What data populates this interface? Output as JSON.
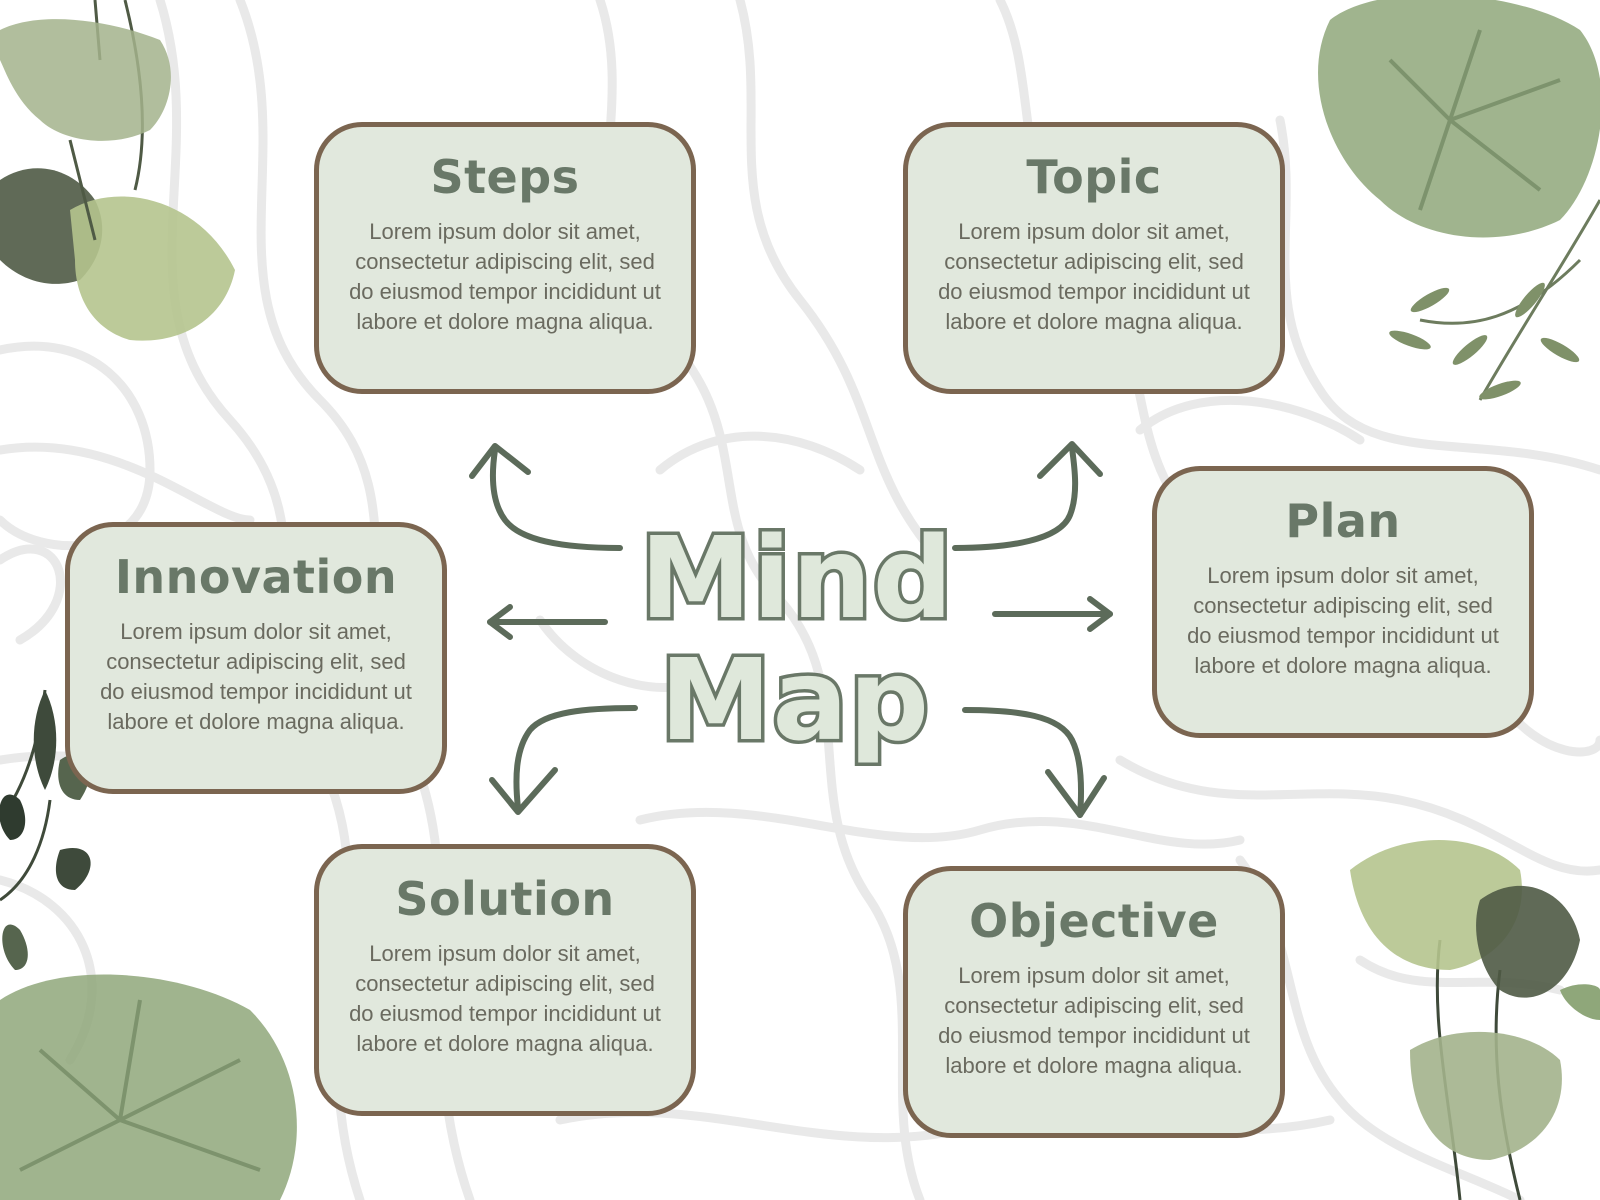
{
  "title": {
    "line1": "Mind",
    "line2": "Map"
  },
  "nodes": [
    {
      "id": "steps",
      "title": "Steps",
      "body": "Lorem ipsum dolor sit amet, consectetur adipiscing elit, sed do eiusmod tempor incididunt ut labore et dolore magna aliqua."
    },
    {
      "id": "topic",
      "title": "Topic",
      "body": "Lorem ipsum dolor sit amet, consectetur adipiscing elit, sed do eiusmod tempor incididunt ut labore et dolore magna aliqua."
    },
    {
      "id": "innovation",
      "title": "Innovation",
      "body": "Lorem ipsum dolor sit amet, consectetur adipiscing elit, sed do eiusmod tempor incididunt ut labore et dolore magna aliqua."
    },
    {
      "id": "plan",
      "title": "Plan",
      "body": "Lorem ipsum dolor sit amet, consectetur adipiscing elit, sed do eiusmod tempor incididunt ut labore et dolore magna aliqua."
    },
    {
      "id": "solution",
      "title": "Solution",
      "body": "Lorem ipsum dolor sit amet, consectetur adipiscing elit, sed do eiusmod tempor incididunt ut labore et dolore magna aliqua."
    },
    {
      "id": "objective",
      "title": "Objective",
      "body": "Lorem ipsum dolor sit amet, consectetur adipiscing elit, sed do eiusmod tempor incididunt ut labore et dolore magna aliqua."
    }
  ],
  "colors": {
    "node_fill": "#e1e8dd",
    "node_border": "#7b6550",
    "arrow": "#5c6b5a",
    "title_text": "#697868",
    "body_text": "#6a6a5f",
    "leaf_light": "#a8bd8a",
    "leaf_mid": "#8fa77a",
    "leaf_dark": "#4f5a45",
    "contour": "#e9e9e9"
  },
  "icons": {
    "decorations": [
      "ginkgo-leaf-icon",
      "lotus-leaf-icon",
      "fern-sprig-icon",
      "ivy-vine-icon"
    ],
    "connectors": "curved-arrow-icon"
  }
}
